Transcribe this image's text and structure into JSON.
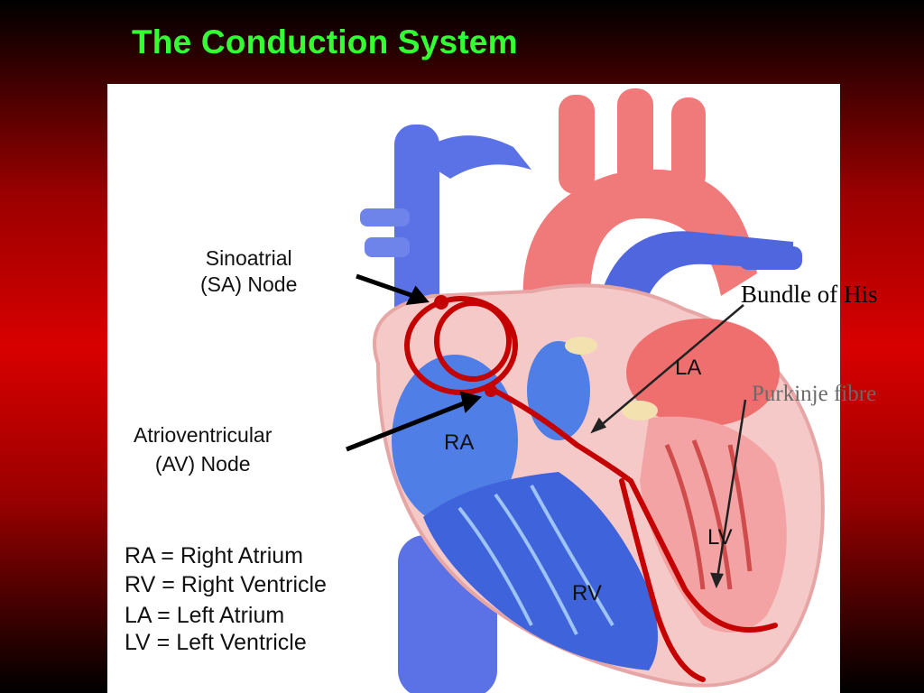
{
  "slide": {
    "title": "The Conduction System"
  },
  "diagram": {
    "labels": {
      "sa_node": [
        "Sinoatrial",
        "(SA) Node"
      ],
      "av_node": [
        "Atrioventricular",
        "(AV) Node"
      ],
      "ra": "RA",
      "la": "LA",
      "lv": "LV",
      "rv": "RV",
      "bundle_of_his": "Bundle of His",
      "purkinje": "Purkinje fibre"
    },
    "legend": [
      "RA = Right Atrium",
      "RV = Right Ventricle",
      "LA = Left Atrium",
      "LV = Left Ventricle"
    ]
  },
  "colors": {
    "title": "#33ff33",
    "vein_blue": "#5a72e6",
    "artery_red": "#f07a7a",
    "conduction_red": "#c40000",
    "background_red": "#d80000"
  }
}
